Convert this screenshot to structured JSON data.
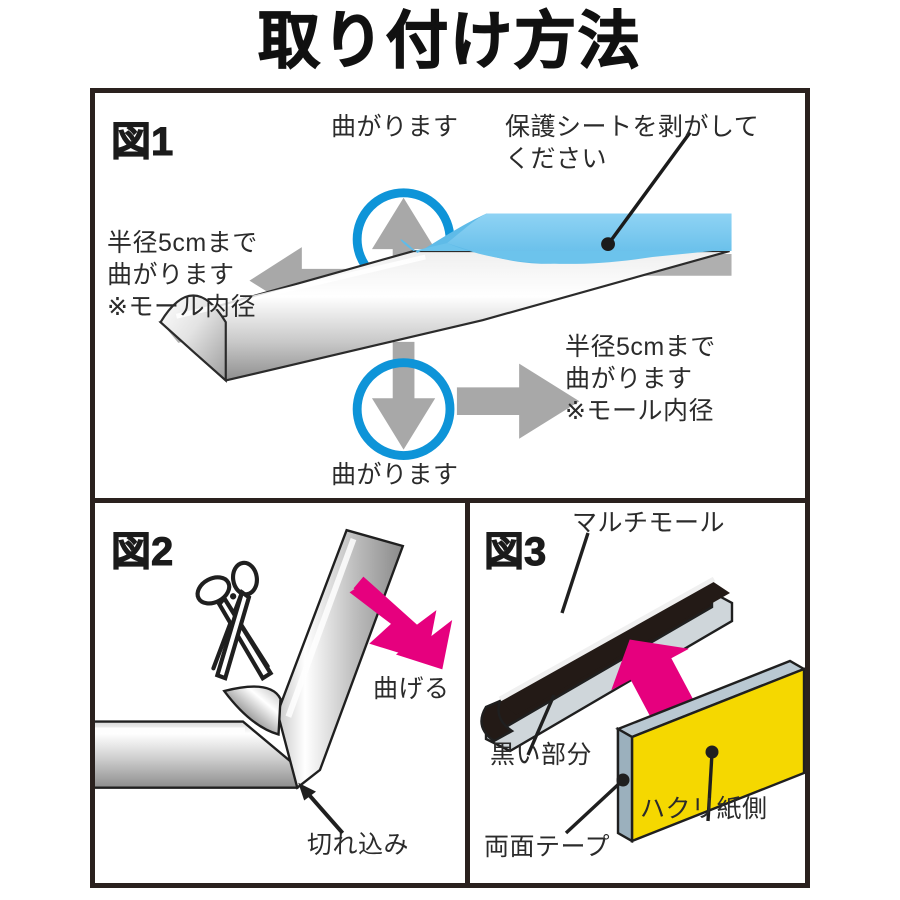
{
  "title": "取り付け方法",
  "colors": {
    "frame": "#2a211e",
    "blue_circle": "#0e94d8",
    "protective_sheet": "#7ec9ef",
    "gray_arrow": "#a8a8a8",
    "magenta_arrow": "#e6007e",
    "tape_yellow": "#f5d800",
    "tape_edge": "#9bb0bd",
    "mall_black": "#231a16",
    "text": "#2b2b2b"
  },
  "panels": [
    {
      "id": "fig1",
      "label": "図1",
      "captions": {
        "top_bend": "曲がります",
        "bottom_bend": "曲がります",
        "peel_sheet_line1": "保護シートを剥がして",
        "peel_sheet_line2": "ください",
        "left_radius_line1": "半径5cmまで",
        "left_radius_line2": "曲がります",
        "left_radius_line3": "※モール内径",
        "right_radius_line1": "半径5cmまで",
        "right_radius_line2": "曲がります",
        "right_radius_line3": "※モール内径"
      },
      "icons": {
        "up_arrow": "arrow-up-icon",
        "down_arrow": "arrow-down-icon",
        "left_arrow": "arrow-left-icon",
        "right_arrow": "arrow-right-icon",
        "circle_up": "circle-highlight-icon",
        "circle_down": "circle-highlight-icon",
        "leader": "leader-line-icon"
      }
    },
    {
      "id": "fig2",
      "label": "図2",
      "captions": {
        "bend": "曲げる",
        "notch": "切れ込み"
      },
      "icons": {
        "scissors": "scissors-icon",
        "cut_wedge": "cut-wedge-icon",
        "bend_arrow": "arrow-bend-icon",
        "notch_arrow": "arrow-pointer-icon"
      }
    },
    {
      "id": "fig3",
      "label": "図3",
      "captions": {
        "multi_mall": "マルチモール",
        "black_part": "黒い部分",
        "double_sided_tape": "両面テープ",
        "release_paper_side": "ハクリ紙側"
      },
      "icons": {
        "press_arrow": "arrow-press-icon",
        "leader_multi_mall": "leader-line-icon",
        "leader_black_part": "leader-line-icon",
        "leader_tape": "leader-line-icon",
        "leader_release": "leader-line-icon"
      }
    }
  ]
}
